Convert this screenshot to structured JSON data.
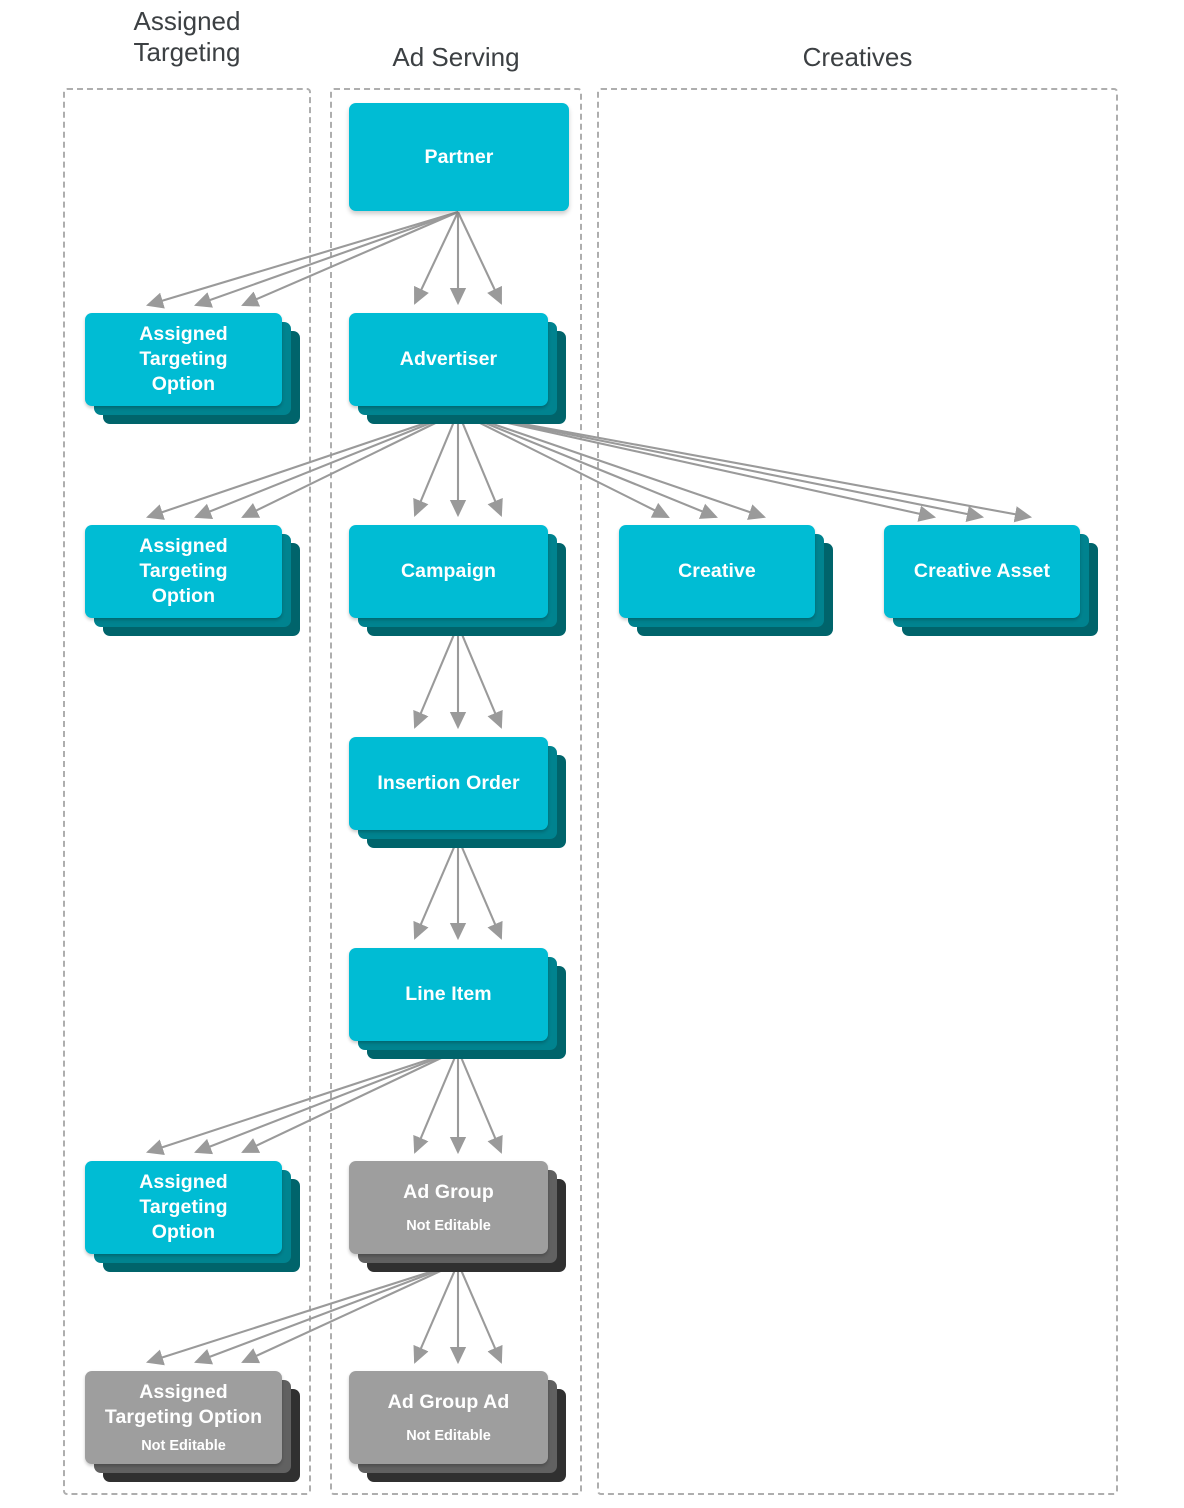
{
  "diagram": {
    "title_visible": false,
    "colors": {
      "card_front_teal": "#00bcd4",
      "card_mid_teal": "#00838f",
      "card_back_teal": "#00646b",
      "card_front_gray": "#9e9e9e",
      "card_mid_gray": "#616161",
      "card_back_gray": "#303030",
      "arrow": "#9a9a9a",
      "frame_dashed": "#aeaeae",
      "header_text": "#3c4043",
      "card_text": "#ffffff",
      "background": "#ffffff"
    },
    "columns": [
      {
        "id": "assigned-targeting",
        "label": "Assigned\nTargeting"
      },
      {
        "id": "ad-serving",
        "label": "Ad Serving"
      },
      {
        "id": "creatives",
        "label": "Creatives"
      }
    ],
    "nodes": [
      {
        "id": "partner",
        "column": "ad-serving",
        "title": "Partner",
        "subtitle": null,
        "style": "teal",
        "stacked": false,
        "editable": true
      },
      {
        "id": "assigned-targeting-option-partner",
        "column": "assigned-targeting",
        "title": "Assigned\nTargeting\nOption",
        "subtitle": null,
        "style": "teal",
        "stacked": true,
        "editable": true
      },
      {
        "id": "advertiser",
        "column": "ad-serving",
        "title": "Advertiser",
        "subtitle": null,
        "style": "teal",
        "stacked": true,
        "editable": true
      },
      {
        "id": "assigned-targeting-option-advertiser",
        "column": "assigned-targeting",
        "title": "Assigned\nTargeting\nOption",
        "subtitle": null,
        "style": "teal",
        "stacked": true,
        "editable": true
      },
      {
        "id": "campaign",
        "column": "ad-serving",
        "title": "Campaign",
        "subtitle": null,
        "style": "teal",
        "stacked": true,
        "editable": true
      },
      {
        "id": "creative",
        "column": "creatives",
        "title": "Creative",
        "subtitle": null,
        "style": "teal",
        "stacked": true,
        "editable": true
      },
      {
        "id": "creative-asset",
        "column": "creatives",
        "title": "Creative Asset",
        "subtitle": null,
        "style": "teal",
        "stacked": true,
        "editable": true
      },
      {
        "id": "insertion-order",
        "column": "ad-serving",
        "title": "Insertion Order",
        "subtitle": null,
        "style": "teal",
        "stacked": true,
        "editable": true
      },
      {
        "id": "line-item",
        "column": "ad-serving",
        "title": "Line Item",
        "subtitle": null,
        "style": "teal",
        "stacked": true,
        "editable": true
      },
      {
        "id": "assigned-targeting-option-line-item",
        "column": "assigned-targeting",
        "title": "Assigned\nTargeting\nOption",
        "subtitle": null,
        "style": "teal",
        "stacked": true,
        "editable": true
      },
      {
        "id": "ad-group",
        "column": "ad-serving",
        "title": "Ad Group",
        "subtitle": "Not Editable",
        "style": "gray",
        "stacked": true,
        "editable": false
      },
      {
        "id": "assigned-targeting-option-ad-group",
        "column": "assigned-targeting",
        "title": "Assigned\nTargeting Option",
        "subtitle": "Not Editable",
        "style": "gray",
        "stacked": true,
        "editable": false
      },
      {
        "id": "ad-group-ad",
        "column": "ad-serving",
        "title": "Ad Group Ad",
        "subtitle": "Not Editable",
        "style": "gray",
        "stacked": true,
        "editable": false
      }
    ],
    "edges": [
      {
        "from": "partner",
        "to": "assigned-targeting-option-partner",
        "multiplicity": 3
      },
      {
        "from": "partner",
        "to": "advertiser",
        "multiplicity": 3
      },
      {
        "from": "advertiser",
        "to": "assigned-targeting-option-advertiser",
        "multiplicity": 3
      },
      {
        "from": "advertiser",
        "to": "campaign",
        "multiplicity": 3
      },
      {
        "from": "advertiser",
        "to": "creative",
        "multiplicity": 3
      },
      {
        "from": "advertiser",
        "to": "creative-asset",
        "multiplicity": 3
      },
      {
        "from": "campaign",
        "to": "insertion-order",
        "multiplicity": 3
      },
      {
        "from": "insertion-order",
        "to": "line-item",
        "multiplicity": 3
      },
      {
        "from": "line-item",
        "to": "assigned-targeting-option-line-item",
        "multiplicity": 3
      },
      {
        "from": "line-item",
        "to": "ad-group",
        "multiplicity": 3
      },
      {
        "from": "ad-group",
        "to": "assigned-targeting-option-ad-group",
        "multiplicity": 3
      },
      {
        "from": "ad-group",
        "to": "ad-group-ad",
        "multiplicity": 3
      }
    ]
  }
}
